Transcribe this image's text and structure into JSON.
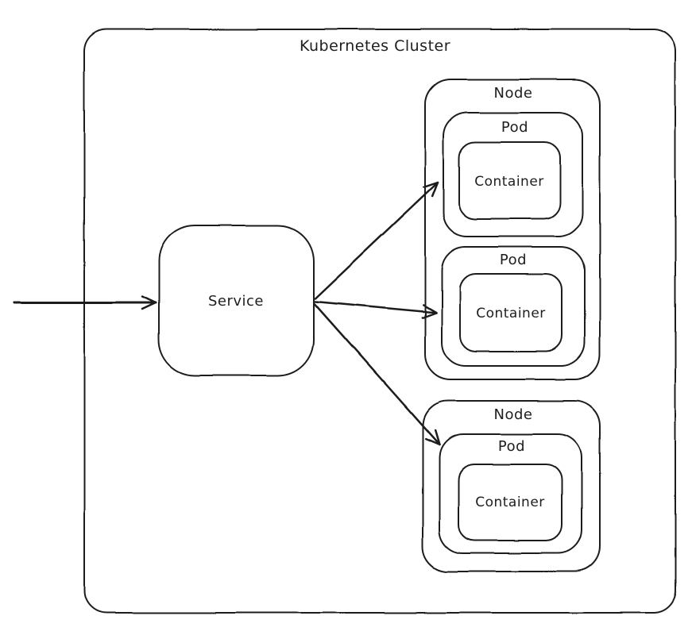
{
  "diagram": {
    "title": "Kubernetes Cluster",
    "service": {
      "label": "Service"
    },
    "nodes": [
      {
        "label": "Node",
        "pods": [
          {
            "label": "Pod",
            "container_label": "Container"
          },
          {
            "label": "Pod",
            "container_label": "Container"
          }
        ]
      },
      {
        "label": "Node",
        "pods": [
          {
            "label": "Pod",
            "container_label": "Container"
          }
        ]
      }
    ],
    "connections": [
      {
        "from": "external-traffic",
        "to": "service"
      },
      {
        "from": "service",
        "to": "node-1-pod-1"
      },
      {
        "from": "service",
        "to": "node-1-pod-2"
      },
      {
        "from": "service",
        "to": "node-2-pod-1"
      }
    ],
    "colors": {
      "stroke": "#1e1e1e",
      "background": "#ffffff"
    }
  }
}
